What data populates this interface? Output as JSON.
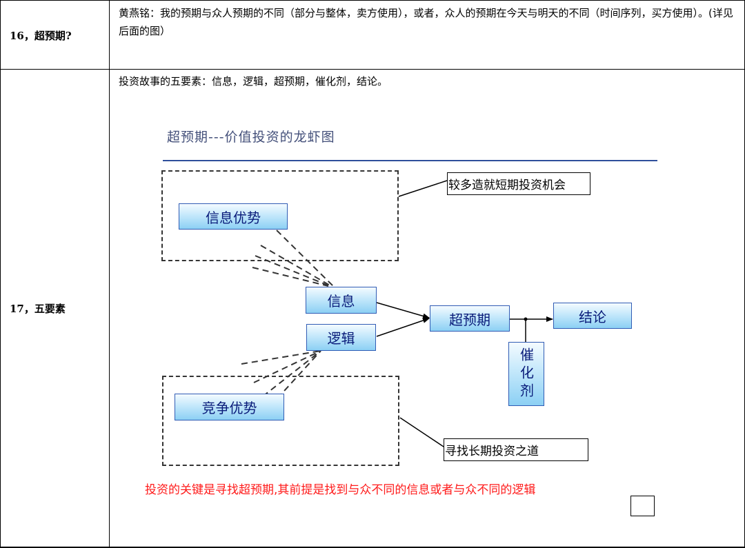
{
  "rows": [
    {
      "label": "16，超预期?",
      "content": "黄燕铭：我的预期与众人预期的不同（部分与整体，卖方使用），或者，众人的预期在今天与明天的不同（时间序列，买方使用）。(详见后面的图）"
    },
    {
      "label": "17，五要素",
      "content": "投资故事的五要素：信息，逻辑，超预期，催化剂，结论。"
    }
  ],
  "diagram": {
    "title": "超预期---价值投资的龙虾图",
    "callout_top": "较多造就短期投资机会",
    "callout_bottom": "寻找长期投资之道",
    "box_info_advantage": "信息优势",
    "box_competitive_advantage": "竞争优势",
    "box_information": "信息",
    "box_logic": "逻辑",
    "box_beyond_expectation": "超预期",
    "box_conclusion": "结论",
    "box_catalyst": "催化剂",
    "note": "投资的关键是寻找超预期,其前提是找到与众不同的信息或者与众不同的逻辑"
  },
  "colors": {
    "box_border": "#2f5bb4",
    "box_text": "#0a1c7a",
    "title_text": "#44507a",
    "title_rule": "#2e4f9b",
    "note_text": "#ff1a1a"
  }
}
